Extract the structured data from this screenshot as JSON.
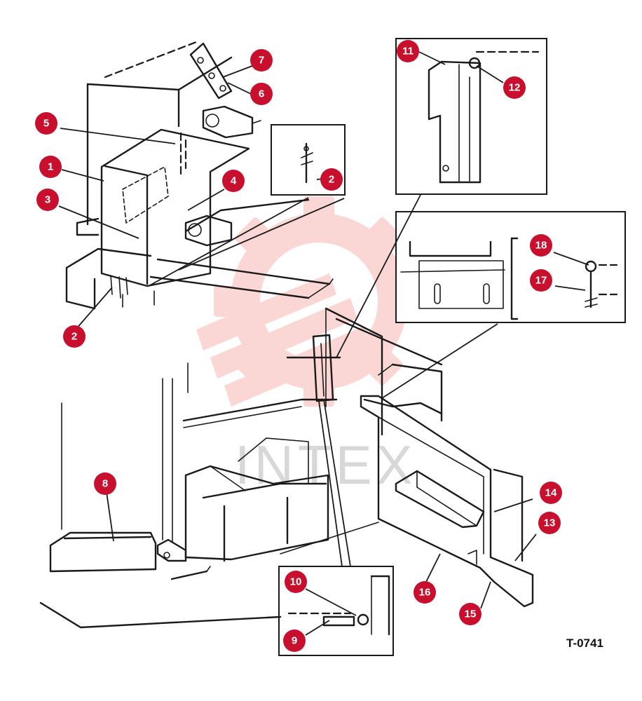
{
  "figure": {
    "id_label": "T-0741",
    "watermark": "INTEX",
    "badge_color": "#c8102e",
    "watermark_color": "#f6b8b4"
  },
  "callouts": [
    {
      "num": "1"
    },
    {
      "num": "2"
    },
    {
      "num": "2"
    },
    {
      "num": "3"
    },
    {
      "num": "4"
    },
    {
      "num": "5"
    },
    {
      "num": "6"
    },
    {
      "num": "7"
    },
    {
      "num": "8"
    },
    {
      "num": "9"
    },
    {
      "num": "10"
    },
    {
      "num": "11"
    },
    {
      "num": "12"
    },
    {
      "num": "13"
    },
    {
      "num": "14"
    },
    {
      "num": "15"
    },
    {
      "num": "16"
    },
    {
      "num": "17"
    },
    {
      "num": "18"
    }
  ]
}
